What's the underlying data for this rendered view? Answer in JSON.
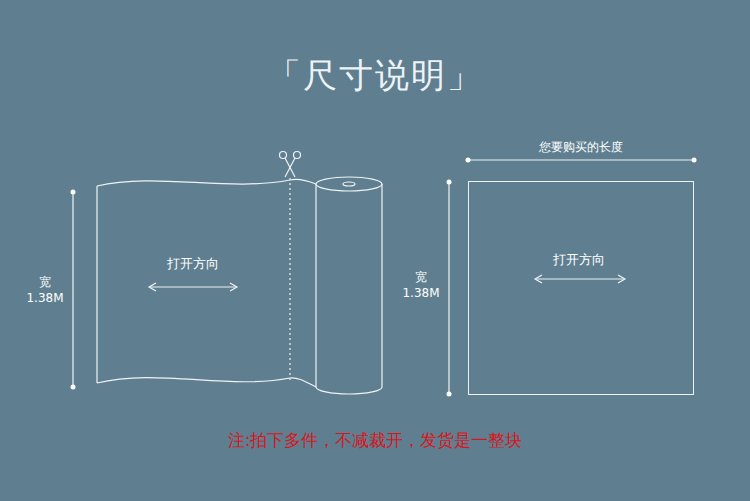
{
  "diagram": {
    "title": "「尺寸说明」",
    "nodes": [
      {
        "text": [
          "打开方向"
        ]
      },
      {
        "text": [
          "打开方向"
        ]
      }
    ],
    "labels": [
      "宽 1.38M",
      "宽 1.38M",
      "您要购买的长度",
      "注:拍下多件，不减裁开，发货是一整块"
    ]
  }
}
